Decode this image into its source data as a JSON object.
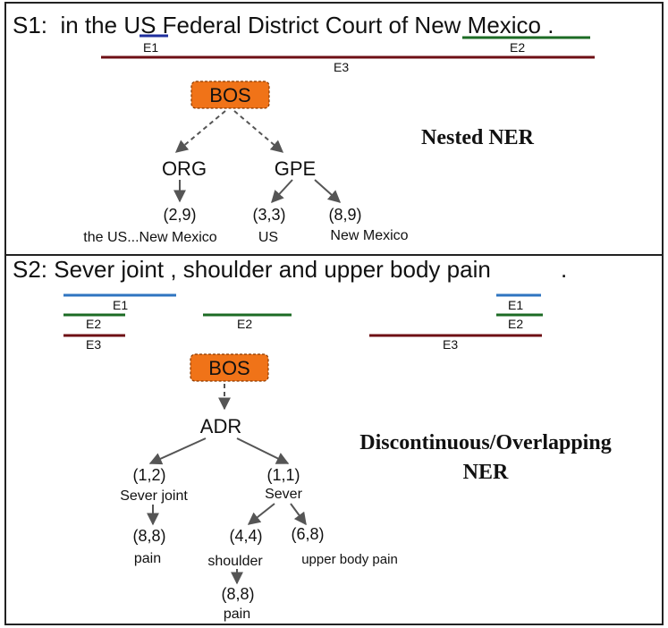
{
  "colors": {
    "e1_blue": "#2f74c0",
    "e1_navy": "#1f2f9e",
    "e2_green": "#1c6b24",
    "e3_maroon": "#6e0f14",
    "bos_fill": "#f07318",
    "arrow_gray": "#555555",
    "frame": "#222222"
  },
  "panel1": {
    "sentence": {
      "prefix": "S1:  in the ",
      "us": "US",
      "middle": " Federal District Court of ",
      "nm": "New Mexico",
      "suffix": " ."
    },
    "spans": {
      "e1": "E1",
      "e2": "E2",
      "e3": "E3"
    },
    "bos": "BOS",
    "caption": "Nested NER",
    "tree": {
      "org": "ORG",
      "gpe": "GPE",
      "org_child": {
        "span": "(2,9)",
        "text": "the US...New Mexico"
      },
      "gpe_child1": {
        "span": "(3,3)",
        "text": "US"
      },
      "gpe_child2": {
        "span": "(8,9)",
        "text": "New Mexico"
      }
    }
  },
  "panel2": {
    "sentence": {
      "text": "S2: Sever joint , shoulder and upper body pain",
      "period": "."
    },
    "spans": {
      "left_e1": "E1",
      "left_e2": "E2",
      "left_e3": "E3",
      "mid_e2": "E2",
      "right_e1": "E1",
      "right_e2": "E2",
      "right_e3": "E3"
    },
    "bos": "BOS",
    "caption_line1": "Discontinuous/Overlapping",
    "caption_line2": "NER",
    "tree": {
      "adr": "ADR",
      "n12": {
        "span": "(1,2)",
        "text": "Sever joint"
      },
      "n11": {
        "span": "(1,1)",
        "text": "Sever"
      },
      "n88a": {
        "span": "(8,8)",
        "text": "pain"
      },
      "n44": {
        "span": "(4,4)",
        "text": "shoulder"
      },
      "n68": {
        "span": "(6,8)",
        "text": "upper body pain"
      },
      "n88b": {
        "span": "(8,8)",
        "text": "pain"
      }
    }
  }
}
